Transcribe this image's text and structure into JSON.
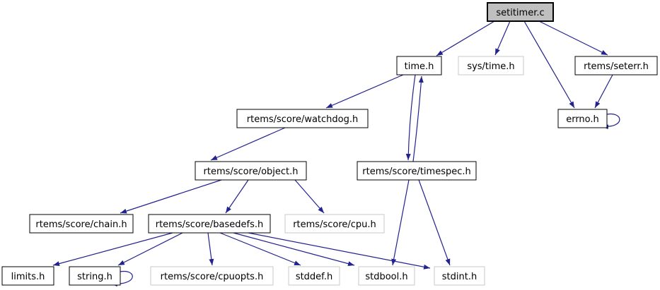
{
  "graph": {
    "title": "setitimer.c include dependency graph",
    "background_color": "#ffffff",
    "edge_color": "#23238f",
    "node_fill": "#ffffff",
    "node_border_color": "#000000",
    "external_node_border_color": "#c9c9c9",
    "current_node_fill": "#bfbfbf"
  },
  "nodes": [
    {
      "label": "setitimer.c",
      "kind": "current"
    },
    {
      "label": "time.h",
      "kind": "linked"
    },
    {
      "label": "sys/time.h",
      "kind": "external"
    },
    {
      "label": "rtems/seterr.h",
      "kind": "linked"
    },
    {
      "label": "errno.h",
      "kind": "linked"
    },
    {
      "label": "rtems/score/watchdog.h",
      "kind": "linked"
    },
    {
      "label": "rtems/score/object.h",
      "kind": "linked"
    },
    {
      "label": "rtems/score/timespec.h",
      "kind": "linked"
    },
    {
      "label": "rtems/score/chain.h",
      "kind": "linked"
    },
    {
      "label": "rtems/score/basedefs.h",
      "kind": "linked"
    },
    {
      "label": "rtems/score/cpu.h",
      "kind": "external"
    },
    {
      "label": "limits.h",
      "kind": "linked"
    },
    {
      "label": "string.h",
      "kind": "linked"
    },
    {
      "label": "rtems/score/cpuopts.h",
      "kind": "external"
    },
    {
      "label": "stddef.h",
      "kind": "external"
    },
    {
      "label": "stdbool.h",
      "kind": "external"
    },
    {
      "label": "stdint.h",
      "kind": "external"
    }
  ],
  "edges": [
    {
      "from": "setitimer.c",
      "to": "time.h"
    },
    {
      "from": "setitimer.c",
      "to": "sys/time.h"
    },
    {
      "from": "setitimer.c",
      "to": "errno.h"
    },
    {
      "from": "setitimer.c",
      "to": "rtems/seterr.h"
    },
    {
      "from": "rtems/seterr.h",
      "to": "errno.h"
    },
    {
      "from": "errno.h",
      "to": "errno.h"
    },
    {
      "from": "time.h",
      "to": "rtems/score/watchdog.h"
    },
    {
      "from": "time.h",
      "to": "rtems/score/timespec.h"
    },
    {
      "from": "rtems/score/timespec.h",
      "to": "time.h"
    },
    {
      "from": "rtems/score/watchdog.h",
      "to": "rtems/score/object.h"
    },
    {
      "from": "rtems/score/object.h",
      "to": "rtems/score/chain.h"
    },
    {
      "from": "rtems/score/object.h",
      "to": "rtems/score/basedefs.h"
    },
    {
      "from": "rtems/score/object.h",
      "to": "rtems/score/cpu.h"
    },
    {
      "from": "rtems/score/basedefs.h",
      "to": "limits.h"
    },
    {
      "from": "rtems/score/basedefs.h",
      "to": "string.h"
    },
    {
      "from": "string.h",
      "to": "string.h"
    },
    {
      "from": "rtems/score/basedefs.h",
      "to": "rtems/score/cpuopts.h"
    },
    {
      "from": "rtems/score/basedefs.h",
      "to": "stddef.h"
    },
    {
      "from": "rtems/score/basedefs.h",
      "to": "stdbool.h"
    },
    {
      "from": "rtems/score/basedefs.h",
      "to": "stdint.h"
    },
    {
      "from": "rtems/score/timespec.h",
      "to": "stdbool.h"
    },
    {
      "from": "rtems/score/timespec.h",
      "to": "stdint.h"
    }
  ]
}
